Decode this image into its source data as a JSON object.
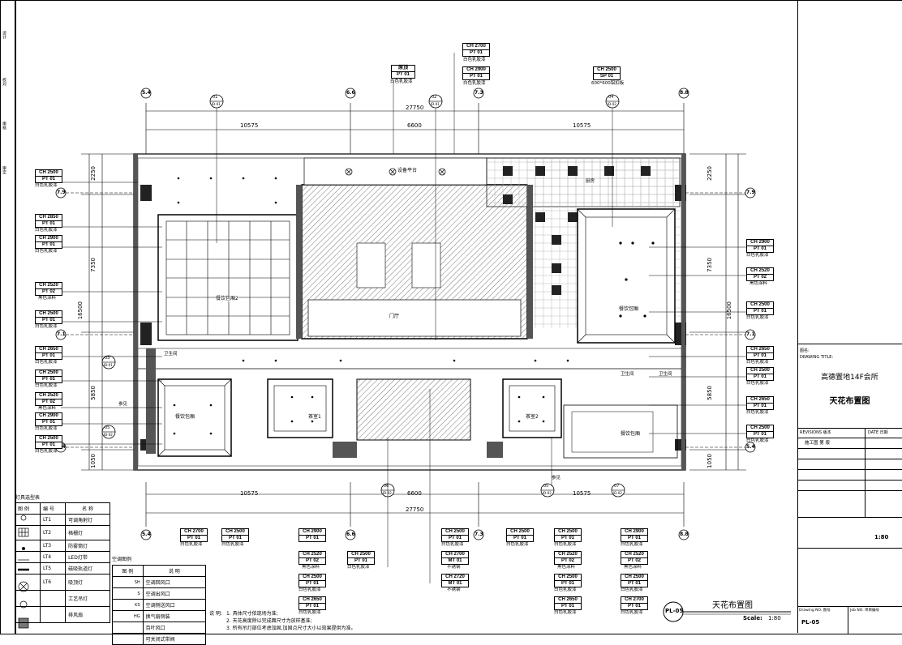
{
  "drawing": {
    "project": "高德置地14F会所",
    "title": "天花布置图",
    "title_en": "DRAWING TITLE:",
    "name_label": "图名:",
    "scale": "1:80",
    "scale_label": "Scale:",
    "scale_value": "1:80",
    "revisions_label": "REVISIONS 版本",
    "date_label": "DATE 日期",
    "revision_entry": "施工图 第  版",
    "drawing_no_label": "Drawing NO. 图号",
    "job_no_label": "Job NO. 项目编号",
    "drawing_no": "PL-05",
    "sheet_id": "PL-05",
    "sheet_title": "天花布置图"
  },
  "left_strip": {
    "labels": [
      "设计",
      "校对",
      "审核",
      "审定"
    ]
  },
  "dimensions": {
    "total": "27750",
    "left": "10575",
    "middle": "6600",
    "right": "10575",
    "left_vertical": [
      "2250",
      "7350",
      "16500",
      "5850",
      "1050"
    ],
    "right_vertical": [
      "2250",
      "7350",
      "16500",
      "5850",
      "1050"
    ]
  },
  "grid": {
    "columns": [
      "5.4",
      "6.6",
      "7.3",
      "8.8"
    ],
    "rows": [
      "7.9",
      "7.1",
      "5.4"
    ]
  },
  "sections": [
    {
      "id": "01",
      "ref": "ID-01"
    },
    {
      "id": "02",
      "ref": "ID-01"
    },
    {
      "id": "03",
      "ref": "ID-01"
    },
    {
      "id": "04",
      "ref": "ID-02"
    },
    {
      "id": "05",
      "ref": "ID-02"
    },
    {
      "id": "06",
      "ref": "ID-02"
    },
    {
      "id": "07",
      "ref": "ID-02"
    }
  ],
  "rooms": {
    "r1": "餐饮包厢2",
    "r2": "餐饮包厢",
    "r3": "餐饮包厢",
    "r4": "茶室1",
    "r5": "茶室2",
    "r6": "餐饮包厢",
    "r7": "卫生间",
    "r8": "卫生间",
    "r9": "卫生间",
    "r10": "设备平台",
    "r11": "厨房",
    "r12": "门厅",
    "r13": "参见"
  },
  "tags_top": [
    {
      "ch": "CH 2700",
      "code": "PT 01",
      "note": "白色乳胶漆"
    },
    {
      "ch": "原顶",
      "code": "PT 01",
      "note": "白色乳胶漆"
    },
    {
      "ch": "CH 2900",
      "code": "PT 01",
      "note": "白色乳胶漆"
    },
    {
      "ch": "CH 2500",
      "code": "SP 01",
      "note": "600*600铝扣板"
    }
  ],
  "tags_left": [
    {
      "ch": "CH 2500",
      "code": "PT 01",
      "note": "白色乳胶漆"
    },
    {
      "ch": "CH 2850",
      "code": "PT 01",
      "note": "白色乳胶漆"
    },
    {
      "ch": "CH 2900",
      "code": "PT 01",
      "note": "白色乳胶漆"
    },
    {
      "ch": "CH 2520",
      "code": "PT 02",
      "note": "黑色涂料"
    },
    {
      "ch": "CH 2500",
      "code": "PT 01",
      "note": "白色乳胶漆"
    },
    {
      "ch": "CH 2650",
      "code": "PT 01",
      "note": "白色乳胶漆"
    },
    {
      "ch": "CH 2500",
      "code": "PT 01",
      "note": "白色乳胶漆"
    },
    {
      "ch": "CH 2520",
      "code": "PT 02",
      "note": "黑色涂料"
    },
    {
      "ch": "CH 2900",
      "code": "PT 01",
      "note": "白色乳胶漆"
    },
    {
      "ch": "CH 2500",
      "code": "PT 01",
      "note": "白色乳胶漆"
    }
  ],
  "tags_right": [
    {
      "ch": "CH 2900",
      "code": "PT 01",
      "note": "白色乳胶漆"
    },
    {
      "ch": "CH 2520",
      "code": "PT 02",
      "note": "黑色涂料"
    },
    {
      "ch": "CH 2500",
      "code": "PT 01",
      "note": "白色乳胶漆"
    },
    {
      "ch": "CH 2650",
      "code": "PT 01",
      "note": "白色乳胶漆"
    },
    {
      "ch": "CH 2500",
      "code": "PT 01",
      "note": "白色乳胶漆"
    },
    {
      "ch": "CH 2650",
      "code": "PT 01",
      "note": "白色乳胶漆"
    },
    {
      "ch": "CH 2500",
      "code": "PT 01",
      "note": "白色乳胶漆"
    }
  ],
  "tags_bottom": [
    {
      "ch": "CH 2700",
      "code": "PT 01",
      "note": "白色乳胶漆"
    },
    {
      "ch": "CH 2500",
      "code": "PT 01",
      "note": "白色乳胶漆"
    },
    {
      "ch": "CH 2900",
      "code": "PT 01",
      "note": ""
    },
    {
      "ch": "CH 2520",
      "code": "PT 02",
      "note": "黑色涂料"
    },
    {
      "ch": "CH 2500",
      "code": "PT 01",
      "note": "白色乳胶漆"
    },
    {
      "ch": "CH 2650",
      "code": "PT 01",
      "note": "白色乳胶漆"
    },
    {
      "ch": "CH 2500",
      "code": "PT 01",
      "note": "白色乳胶漆"
    },
    {
      "ch": "CH 2500",
      "code": "PT 01",
      "note": "白色乳胶漆"
    },
    {
      "ch": "CH 2700",
      "code": "MT 01",
      "note": "不锈钢"
    },
    {
      "ch": "CH 2720",
      "code": "MT 01",
      "note": "不锈钢"
    },
    {
      "ch": "CH 2500",
      "code": "PT 01",
      "note": "白色乳胶漆"
    },
    {
      "ch": "CH 2500",
      "code": "PT 01",
      "note": "白色乳胶漆"
    },
    {
      "ch": "CH 2520",
      "code": "PT 02",
      "note": "黑色涂料"
    },
    {
      "ch": "CH 2500",
      "code": "PT 01",
      "note": "白色乳胶漆"
    },
    {
      "ch": "CH 2650",
      "code": "PT 01",
      "note": "白色乳胶漆"
    },
    {
      "ch": "CH 2900",
      "code": "PT 01",
      "note": "白色乳胶漆"
    },
    {
      "ch": "CH 2520",
      "code": "PT 02",
      "note": "黑色涂料"
    },
    {
      "ch": "CH 2500",
      "code": "PT 01",
      "note": "白色乳胶漆"
    },
    {
      "ch": "CH 2700",
      "code": "PT 01",
      "note": "白色乳胶漆"
    }
  ],
  "light_legend": {
    "title": "灯具选型表",
    "headers": [
      "图 例",
      "编 号",
      "名   称"
    ],
    "rows": [
      {
        "code": "LT1",
        "name": "可调角射灯"
      },
      {
        "code": "LT2",
        "name": "格栅灯"
      },
      {
        "code": "LT3",
        "name": "防雾筒灯"
      },
      {
        "code": "LT4",
        "name": "LED灯带"
      },
      {
        "code": "LT5",
        "name": "磁吸轨道灯"
      },
      {
        "code": "LT6",
        "name": "吸顶灯"
      },
      {
        "code": "",
        "name": "工艺吊灯"
      },
      {
        "code": "",
        "name": "排风扇"
      }
    ]
  },
  "ac_legend": {
    "title": "空调图例",
    "headers": [
      "图 例",
      "说    明"
    ],
    "rows": [
      {
        "code": "SH",
        "name": "空调回风口"
      },
      {
        "code": "S",
        "name": "空调出风口"
      },
      {
        "code": "KS",
        "name": "空调侧送风口"
      },
      {
        "code": "HG",
        "name": "换气扇侧装"
      },
      {
        "code": "",
        "name": "百叶风口"
      },
      {
        "code": "",
        "name": "可关闭式带阀"
      }
    ]
  },
  "notes": {
    "label": "说  明:",
    "lines": [
      "1. 具体尺寸依现场为准;",
      "2. 天花高度除以完成面尺寸为放样基准;",
      "3. 所有吊灯部位考虑加固,加固点尺寸大小以效果提供为准。"
    ]
  }
}
